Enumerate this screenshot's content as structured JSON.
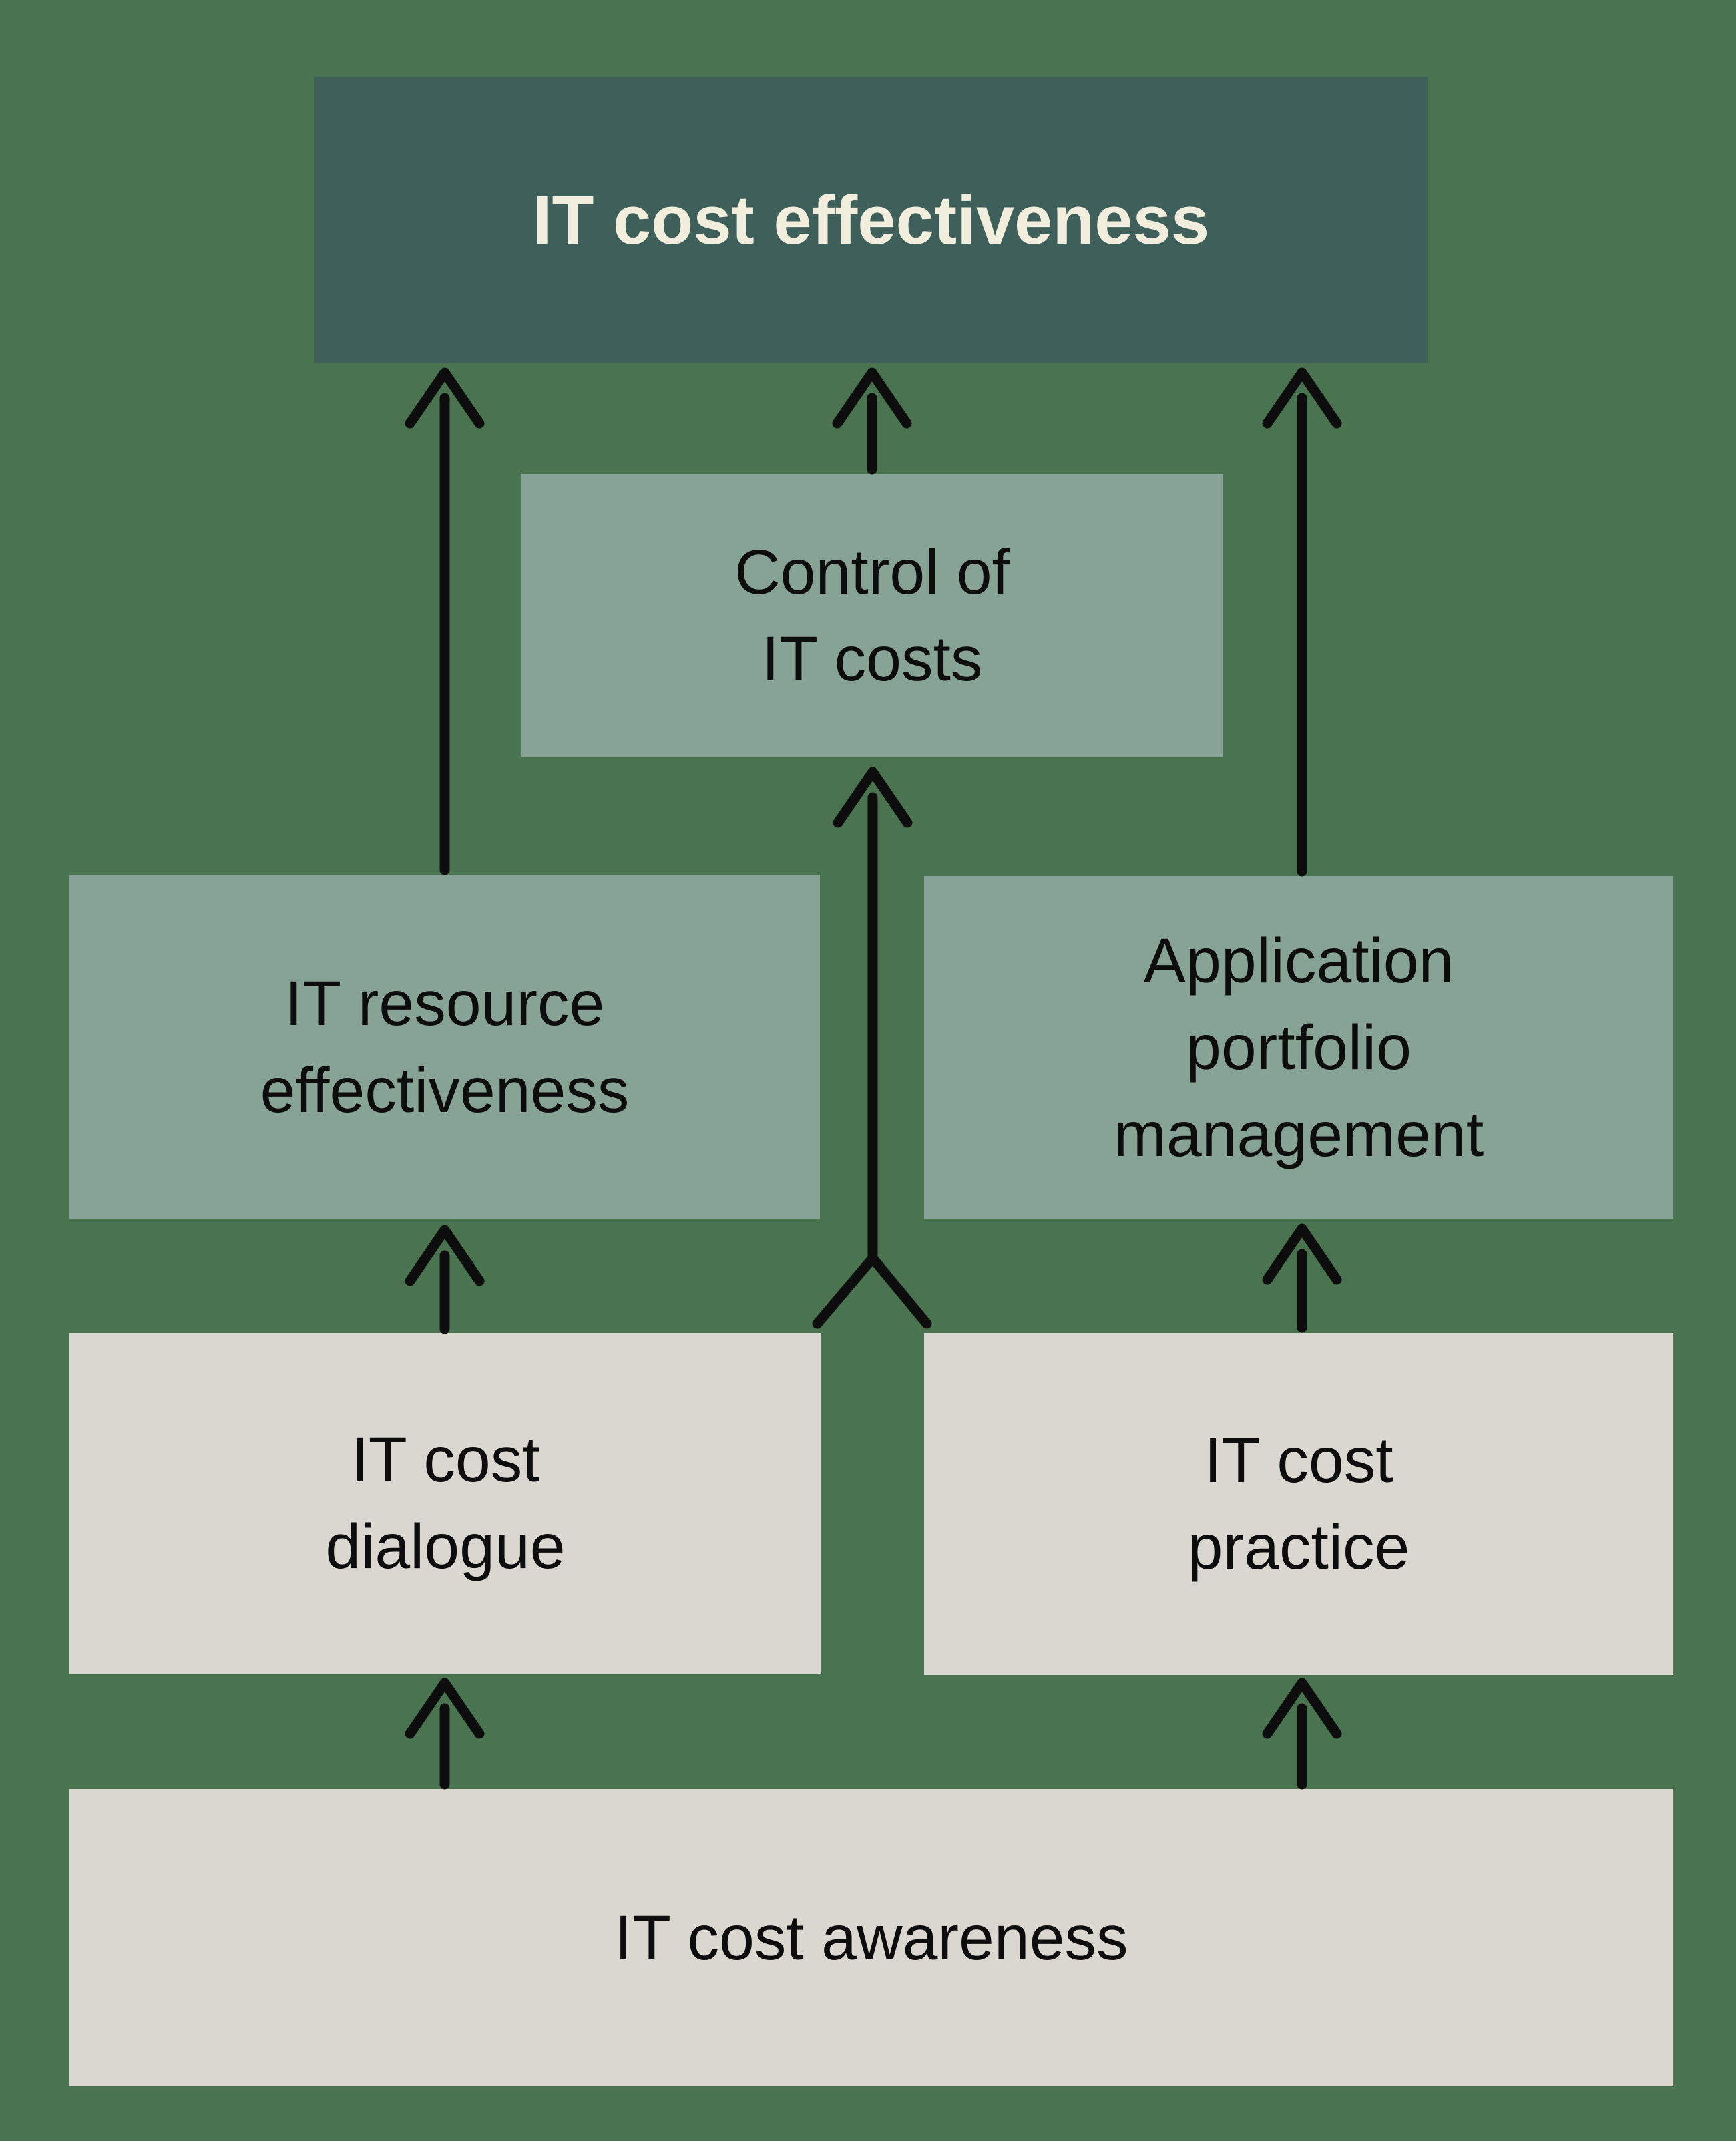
{
  "colors": {
    "bg": "#4A7450",
    "dark": "#3F5F5A",
    "sage": "#87A396",
    "gray": "#D9D7D0",
    "ink": "#0D0D0D",
    "cream": "#F1EEDE"
  },
  "diagram": {
    "type": "flowchart",
    "direction": "bottom-up",
    "nodes": {
      "it_cost_effectiveness": {
        "line1": "IT cost effectiveness"
      },
      "control_of_it_costs": {
        "line1": "Control of",
        "line2": "IT costs"
      },
      "it_resource_effectiveness": {
        "line1": "IT resource",
        "line2": "effectiveness"
      },
      "application_portfolio_management": {
        "line1": "Application",
        "line2": "portfolio",
        "line3": "management"
      },
      "it_cost_dialogue": {
        "line1": "IT cost",
        "line2": "dialogue"
      },
      "it_cost_practice": {
        "line1": "IT cost",
        "line2": "practice"
      },
      "it_cost_awareness": {
        "line1": "IT cost awareness"
      }
    },
    "edges": [
      {
        "from": "it_cost_awareness",
        "to": "it_cost_dialogue"
      },
      {
        "from": "it_cost_awareness",
        "to": "it_cost_practice"
      },
      {
        "from": "it_cost_dialogue",
        "to": "it_resource_effectiveness"
      },
      {
        "from": "it_cost_dialogue",
        "to": "control_of_it_costs",
        "style": "merged-y"
      },
      {
        "from": "it_cost_practice",
        "to": "control_of_it_costs",
        "style": "merged-y"
      },
      {
        "from": "it_cost_practice",
        "to": "application_portfolio_management"
      },
      {
        "from": "it_resource_effectiveness",
        "to": "it_cost_effectiveness"
      },
      {
        "from": "control_of_it_costs",
        "to": "it_cost_effectiveness"
      },
      {
        "from": "application_portfolio_management",
        "to": "it_cost_effectiveness"
      }
    ]
  }
}
